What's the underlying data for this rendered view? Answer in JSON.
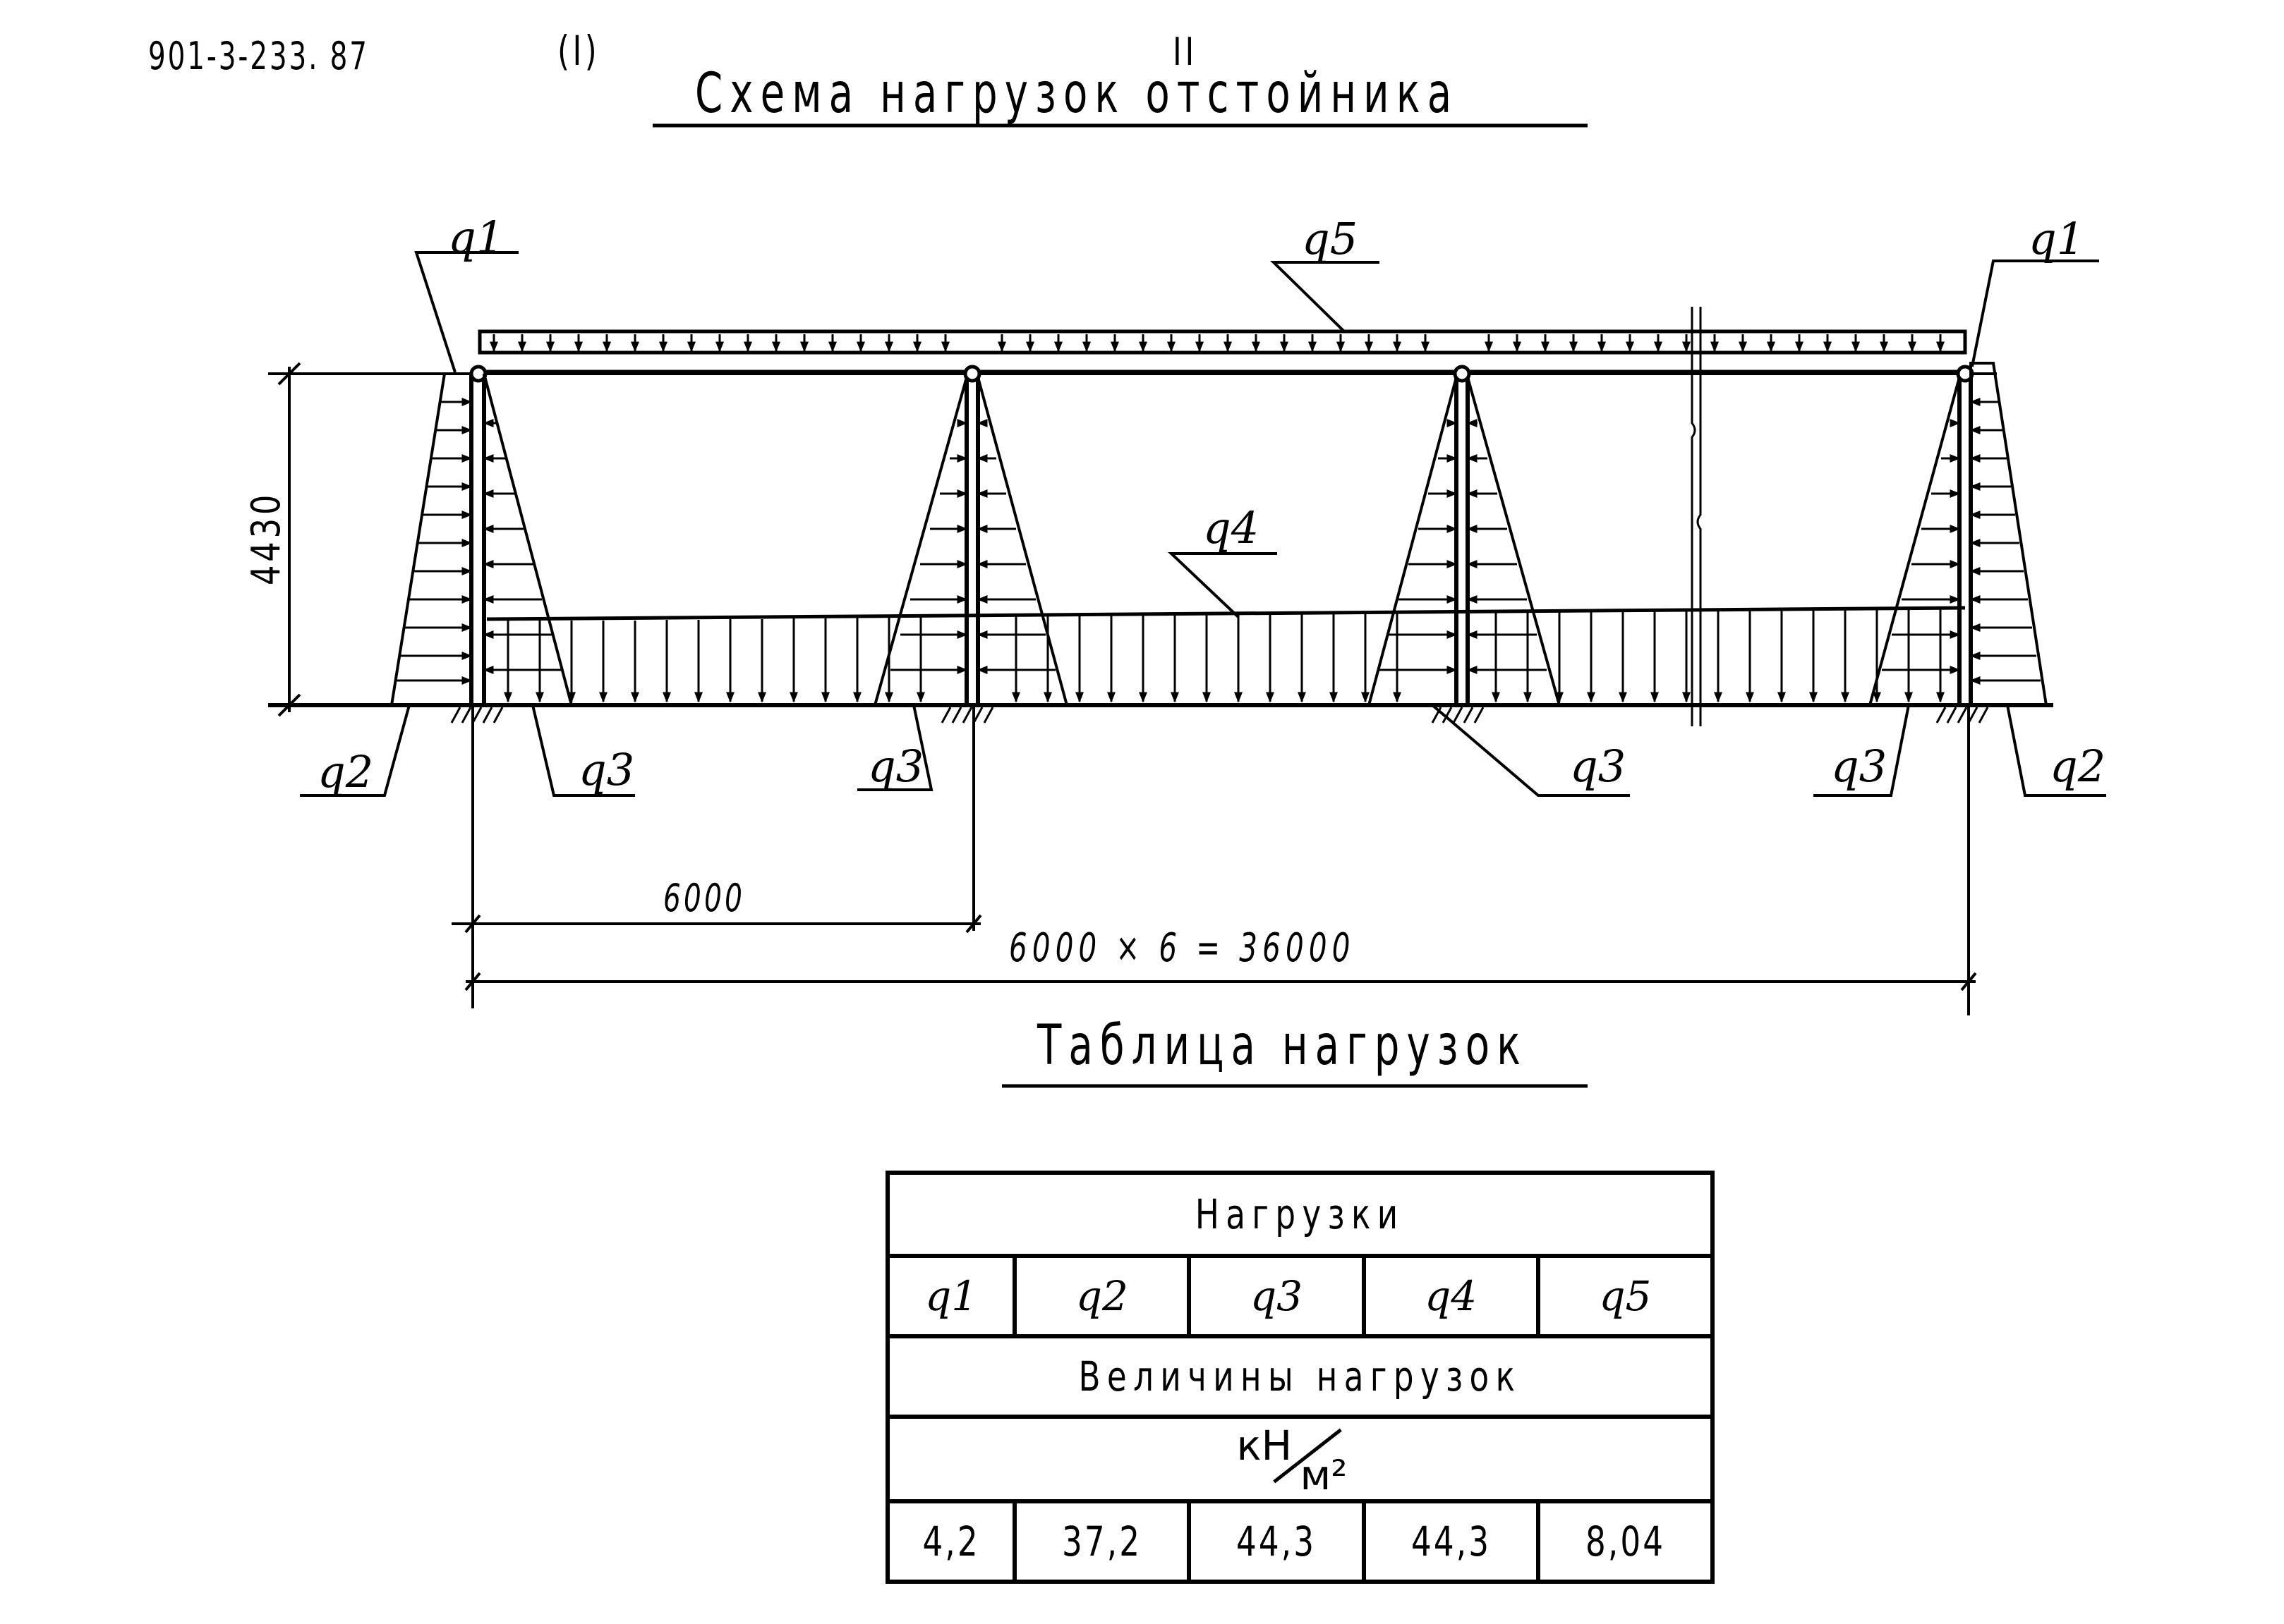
{
  "header": {
    "doc_code": "901-3-233. 87",
    "sheet_mark": "(I)",
    "sheet_number": "II",
    "title": "Схема нагрузок отстойника"
  },
  "diagram": {
    "labels": {
      "q1_left": "q1",
      "q1_right": "q1",
      "q2_left": "q2",
      "q2_right": "q2",
      "q3_1": "q3",
      "q3_2": "q3",
      "q3_3": "q3",
      "q3_4": "q3",
      "q4": "q4",
      "q5": "q5"
    },
    "dimensions": {
      "height": "4430",
      "span": "6000",
      "total": "6000 × 6 = 36000"
    }
  },
  "table": {
    "title": "Таблица нагрузок",
    "header": "Нагрузки",
    "load_names": [
      "q1",
      "q2",
      "q3",
      "q4",
      "q5"
    ],
    "values_header": "Величины нагрузок",
    "unit_numerator": "кН",
    "unit_denominator": "м²",
    "values": [
      "4,2",
      "37,2",
      "44,3",
      "44,3",
      "8,04"
    ]
  }
}
